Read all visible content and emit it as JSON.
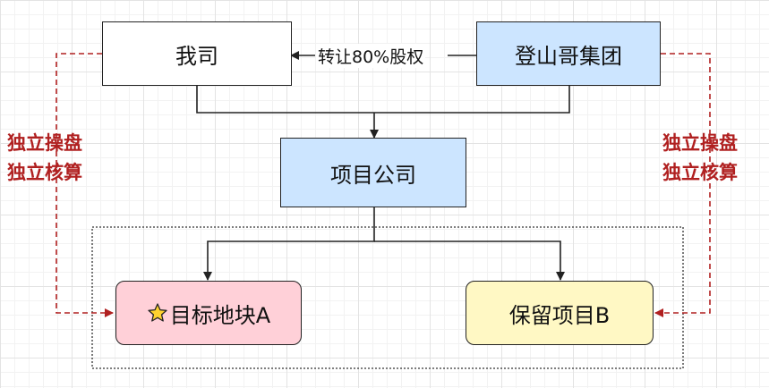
{
  "nodes": {
    "our_company": "我司",
    "dengshan_group": "登山哥集团",
    "project_company": "项目公司",
    "target_land": "目标地块A",
    "reserved_project": "保留项目B"
  },
  "edges": {
    "transfer_label": "转让80%股权"
  },
  "side_notes": {
    "left": [
      "独立操盘",
      "独立核算"
    ],
    "right": [
      "独立操盘",
      "独立核算"
    ]
  },
  "icons": {
    "target_marker": "star-icon"
  },
  "colors": {
    "blue_fill": "#cce5ff",
    "pink_fill": "#ffd0d8",
    "yellow_fill": "#fff8c4",
    "note_red": "#b02020"
  }
}
